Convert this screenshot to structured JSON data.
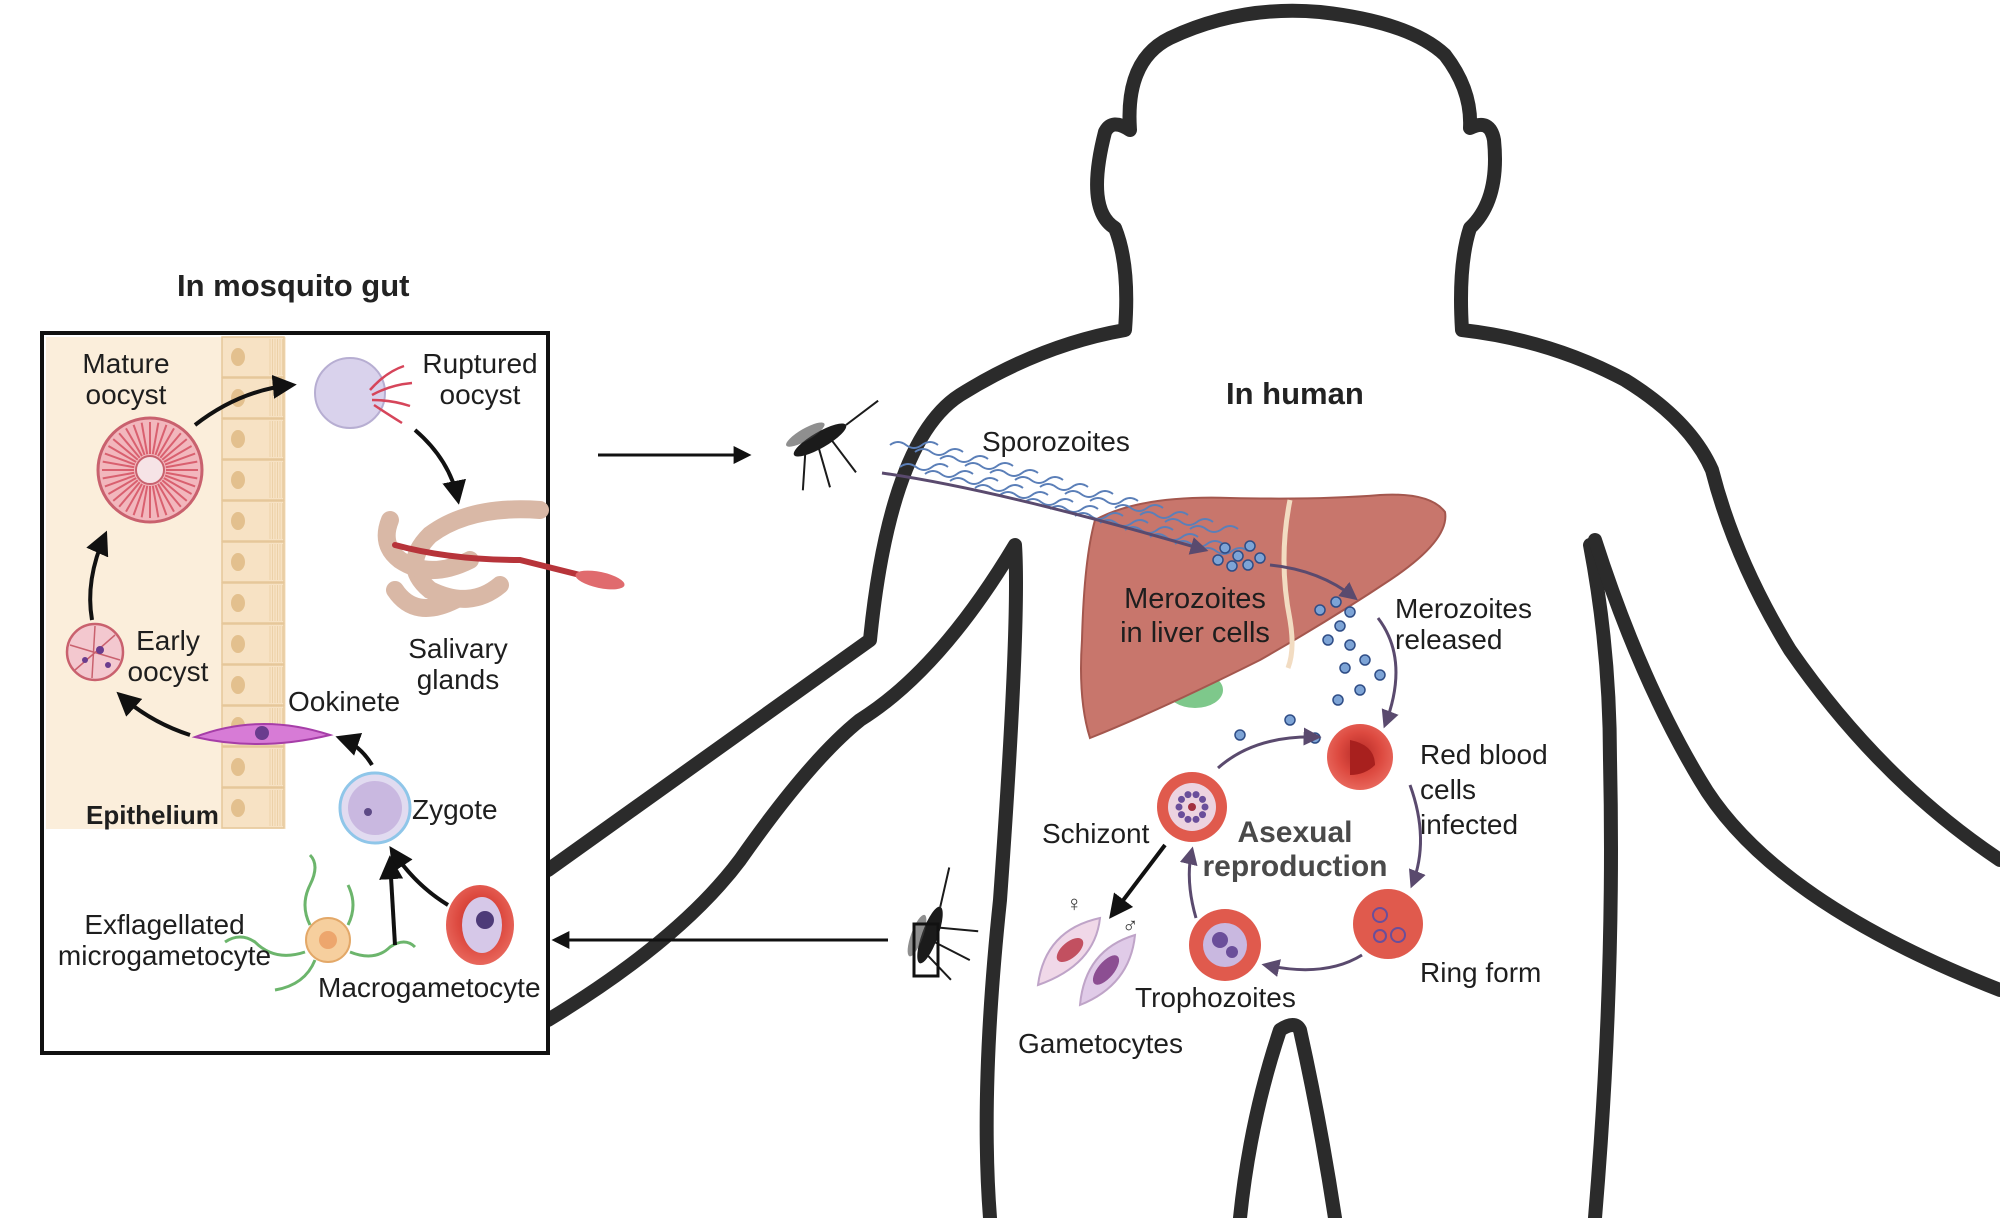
{
  "titles": {
    "mosquito_gut": "In mosquito gut",
    "human": "In human"
  },
  "labels": {
    "mature_oocyst": "Mature\noocyst",
    "ruptured_oocyst": "Ruptured\noocyst",
    "salivary_glands": "Salivary\nglands",
    "early_oocyst": "Early\noocyst",
    "ookinete": "Ookinete",
    "epithelium": "Epithelium",
    "zygote": "Zygote",
    "exflagellated": "Exflagellated\nmicrogametocyte",
    "macrogametocyte": "Macrogametocyte",
    "sporozoites": "Sporozoites",
    "merozoites_liver": "Merozoites\nin liver cells",
    "merozoites_released": "Merozoites\nreleased",
    "rbc_infected": "Red blood\ncells\ninfected",
    "schizont": "Schizont",
    "asexual_reproduction": "Asexual\nreproduction",
    "ring_form": "Ring form",
    "trophozoites": "Trophozoites",
    "gametocytes": "Gametocytes",
    "female_symbol": "♀",
    "male_symbol": "♂"
  },
  "colors": {
    "body_outline": "#2b2b2b",
    "liver": "#c8766c",
    "epithelium_bg": "#fbeedb",
    "rbc": "#d9433a",
    "sporozoite": "#5b7fb8"
  }
}
